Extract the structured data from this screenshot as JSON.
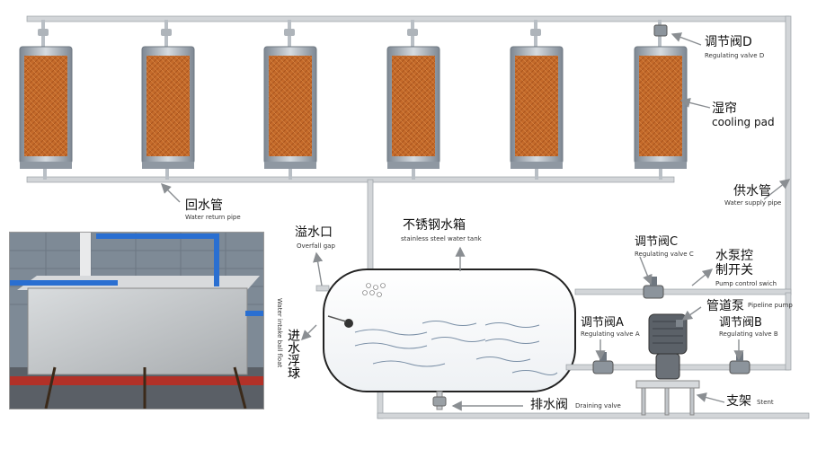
{
  "labels": {
    "valve_d": {
      "zh": "调节阀D",
      "en": "Regulating valve D"
    },
    "cooling_pad": {
      "zh": "湿帘",
      "en": "cooling pad"
    },
    "return_pipe": {
      "zh": "回水管",
      "en": "Water return pipe"
    },
    "supply_pipe": {
      "zh": "供水管",
      "en": "Water supply pipe"
    },
    "overfall": {
      "zh": "溢水口",
      "en": "Overfall gap"
    },
    "tank": {
      "zh": "不锈钢水箱",
      "en": "stainless steel water tank"
    },
    "valve_c": {
      "zh": "调节阀C",
      "en": "Regulating valve C"
    },
    "pump_switch": {
      "zh1": "水泵控",
      "zh2": "制开关",
      "en": "Pump control swich"
    },
    "pipeline_pump": {
      "zh": "管道泵",
      "en": "Pipeline pump"
    },
    "valve_a": {
      "zh": "调节阀A",
      "en": "Regulating valve A"
    },
    "valve_b": {
      "zh": "调节阀B",
      "en": "Regulating valve B"
    },
    "ball_float": {
      "zh": "进水浮球",
      "en": "Water intake ball float"
    },
    "draining": {
      "zh": "排水阀",
      "en": "Draining valve"
    },
    "stent": {
      "zh": "支架",
      "en": "Stent"
    }
  },
  "colors": {
    "pipe": "#c9ccd0",
    "pad_fill": "#c46a2a",
    "frame": "#9aa3ad",
    "arrow": "#8a8e92"
  }
}
